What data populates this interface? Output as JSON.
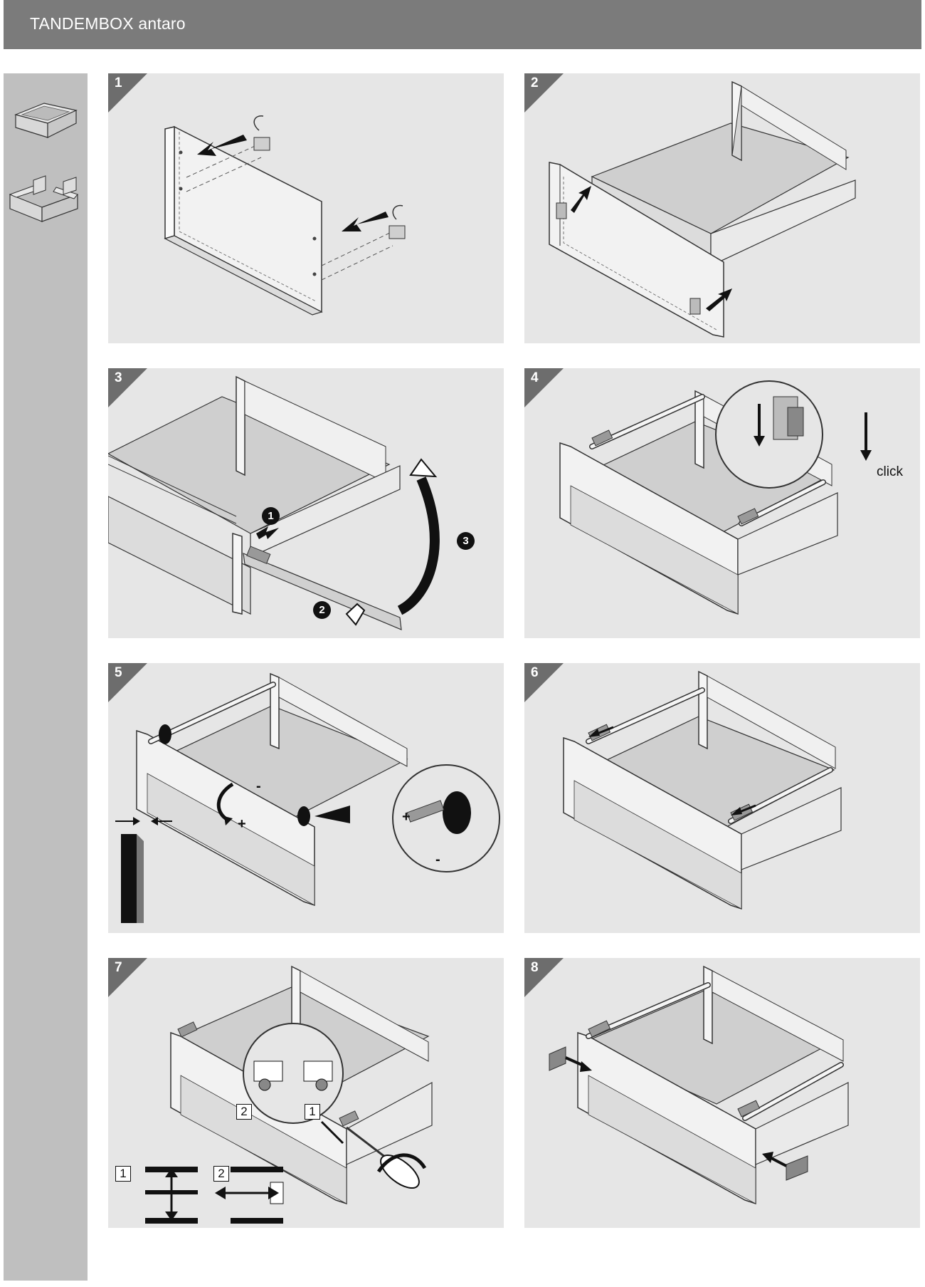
{
  "header": {
    "title": "TANDEMBOX antaro"
  },
  "sidebar": {
    "thumbnails": [
      {
        "icon": "drawer-box-icon"
      },
      {
        "icon": "drawer-frame-icon"
      }
    ]
  },
  "steps": [
    {
      "number": "1"
    },
    {
      "number": "2"
    },
    {
      "number": "3",
      "callouts": [
        "1",
        "2",
        "3"
      ]
    },
    {
      "number": "4",
      "label": "click"
    },
    {
      "number": "5",
      "plus": "+",
      "minus": "-"
    },
    {
      "number": "6"
    },
    {
      "number": "7",
      "detail_labels": [
        "2",
        "1"
      ],
      "legend_labels": [
        "1",
        "2"
      ]
    },
    {
      "number": "8"
    }
  ],
  "colors": {
    "header_bg": "#7b7b7b",
    "sidebar_bg": "#bfbfbf",
    "panel_bg": "#e6e6e6",
    "step_tab": "#6d6d6d"
  }
}
